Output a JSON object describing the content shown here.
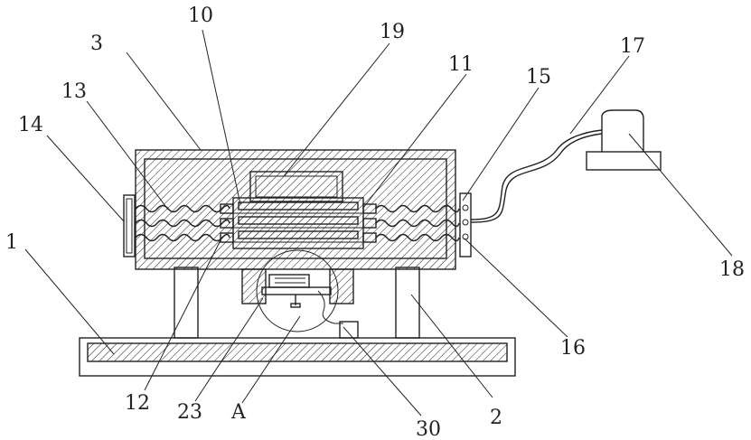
{
  "labels": {
    "l1": "1",
    "l2": "2",
    "l3": "3",
    "l10": "10",
    "l11": "11",
    "l12": "12",
    "l13": "13",
    "l14": "14",
    "l15": "15",
    "l16": "16",
    "l17": "17",
    "l18": "18",
    "l19": "19",
    "l23": "23",
    "lA": "A",
    "l30": "30"
  }
}
